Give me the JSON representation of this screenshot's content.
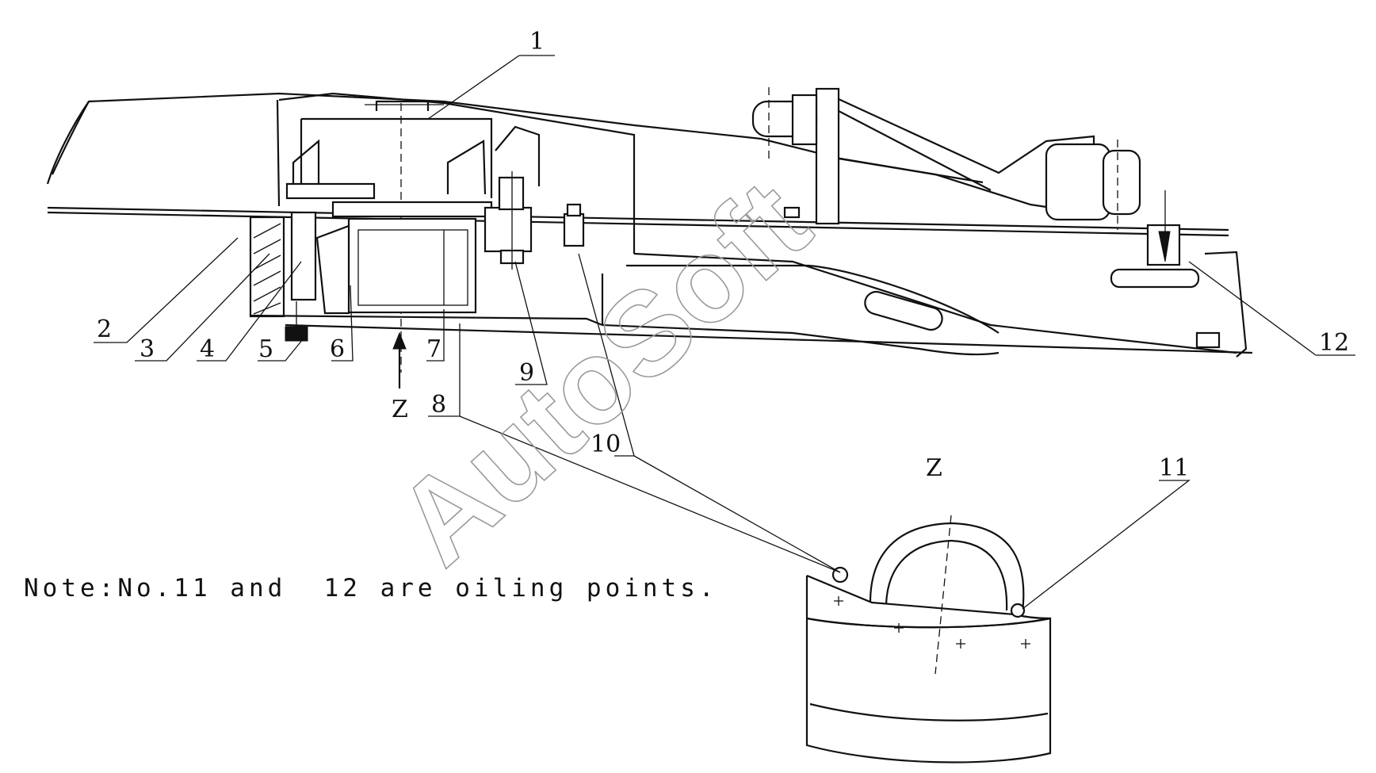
{
  "diagram": {
    "callouts": {
      "c1": "1",
      "c2": "2",
      "c3": "3",
      "c4": "4",
      "c5": "5",
      "c6": "6",
      "c7": "7",
      "c8": "8",
      "c9": "9",
      "c10": "10",
      "c11": "11",
      "c12": "12"
    },
    "view_arrow_label": "Z",
    "detail_view_label": "Z",
    "note": "Note:No.11 and  12 are oiling points."
  },
  "watermark": "AutoSoft"
}
